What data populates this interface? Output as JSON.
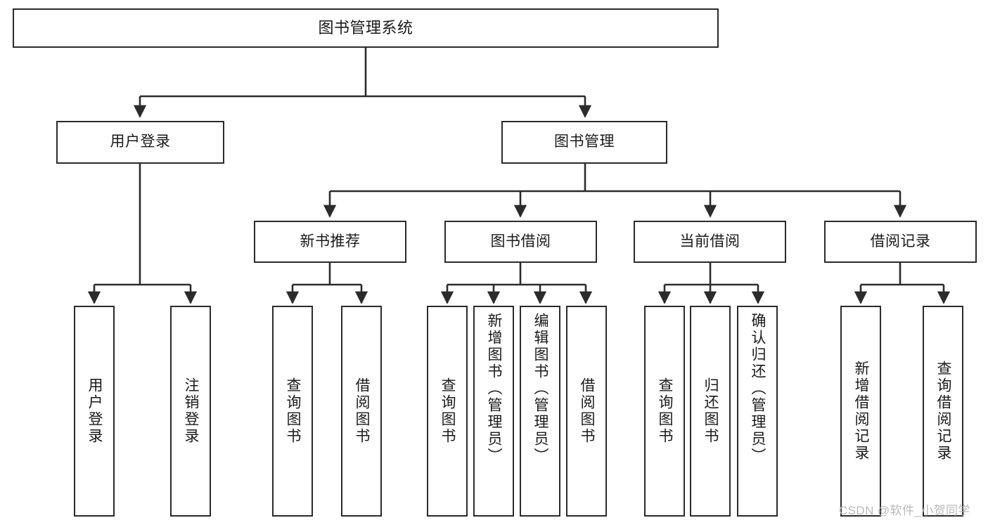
{
  "diagram": {
    "title": "图书管理系统",
    "type": "hierarchy-tree",
    "watermark": "CSDN @软件_小贺同学",
    "colors": {
      "background": "#ffffff",
      "box_stroke": "#2b2b2b",
      "box_fill": "#ffffff",
      "edge": "#2b2b2b",
      "text": "#1a1a1a",
      "watermark": "#b9b9b9"
    },
    "nodes": {
      "root": {
        "label": "图书管理系统"
      },
      "level1": [
        {
          "label": "用户登录"
        },
        {
          "label": "图书管理"
        }
      ],
      "level2": [
        {
          "label": "新书推荐"
        },
        {
          "label": "图书借阅"
        },
        {
          "label": "当前借阅"
        },
        {
          "label": "借阅记录"
        }
      ],
      "leaves": {
        "user_login": [
          {
            "label": "用户登录"
          },
          {
            "label": "注销登录"
          }
        ],
        "new_book_recommend": [
          {
            "label": "查询图书"
          },
          {
            "label": "借阅图书"
          }
        ],
        "book_borrow": [
          {
            "label": "查询图书"
          },
          {
            "label": "新增图书（管理员）"
          },
          {
            "label": "编辑图书（管理员）"
          },
          {
            "label": "借阅图书"
          }
        ],
        "current_borrow": [
          {
            "label": "查询图书"
          },
          {
            "label": "归还图书"
          },
          {
            "label": "确认归还（管理员）"
          }
        ],
        "borrow_record": [
          {
            "label": "新增借阅记录"
          },
          {
            "label": "查询借阅记录"
          }
        ]
      }
    }
  }
}
